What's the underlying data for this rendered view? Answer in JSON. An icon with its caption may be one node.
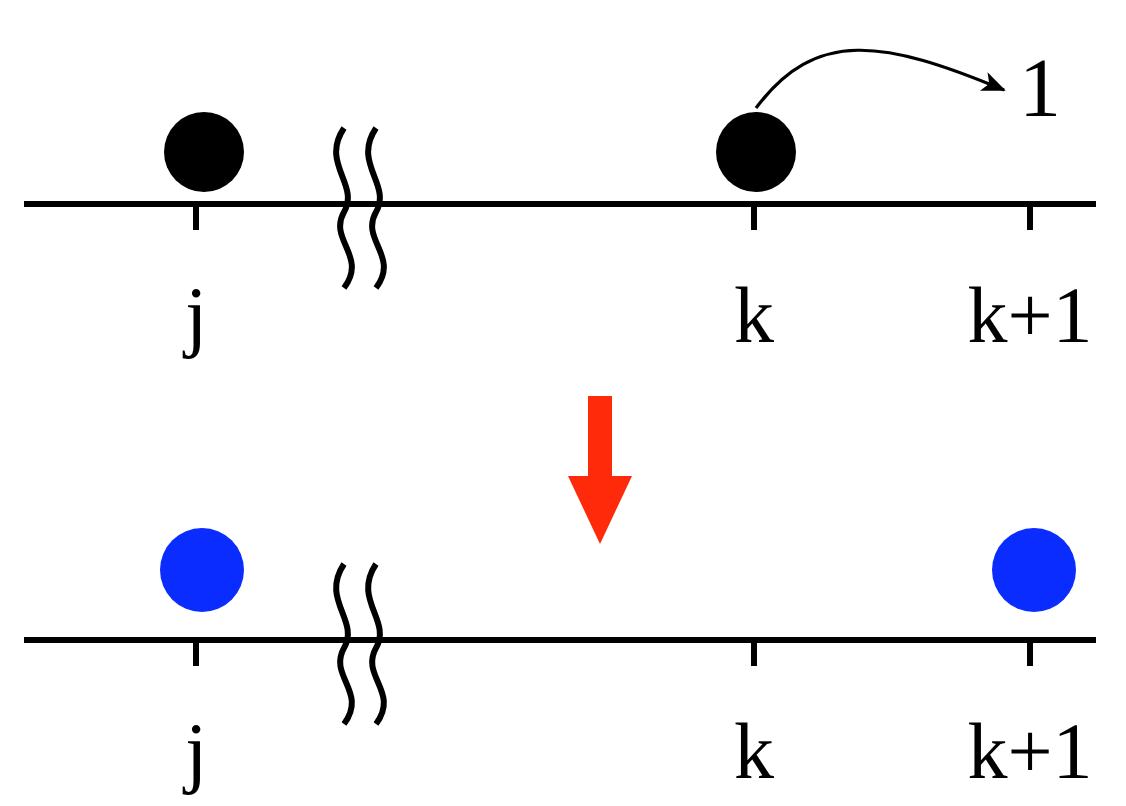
{
  "diagram": {
    "nodes": [
      {
        "text": [],
        "shape": "circle"
      },
      {
        "text": [],
        "shape": "circle"
      },
      {
        "text": [
          "1"
        ]
      },
      {
        "text": [],
        "shape": "circle"
      },
      {
        "text": [],
        "shape": "circle"
      }
    ],
    "edges": [
      {
        "from": 1,
        "to": 2,
        "arrow": "to"
      }
    ],
    "labels": [
      "j",
      "k",
      "k+1",
      "j",
      "k",
      "k+1"
    ]
  }
}
